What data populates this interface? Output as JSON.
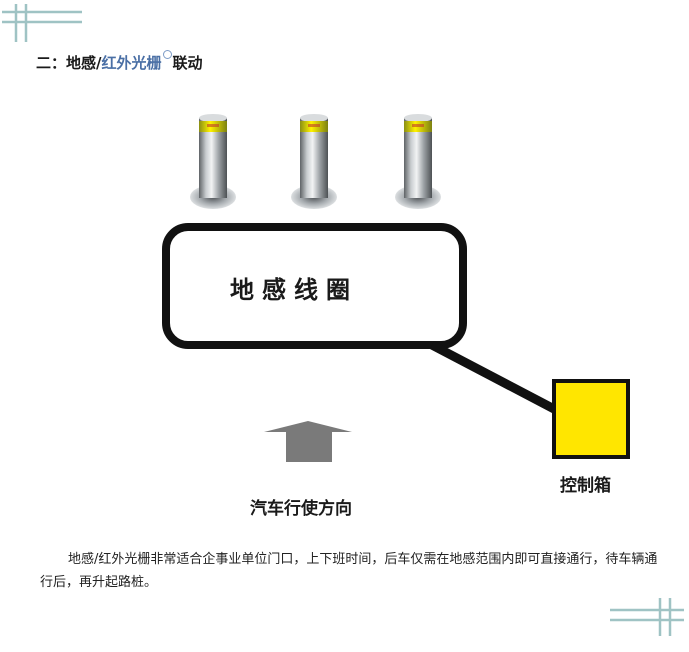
{
  "heading": {
    "prefix": "二：地感/",
    "link": "红外光栅",
    "suffix": "联动"
  },
  "diagram": {
    "loop_label": "地感线圈",
    "controller_label": "控制箱",
    "direction_label": "汽车行使方向",
    "bollard_count": 3
  },
  "body": {
    "paragraph": "地感/红外光栅非常适合企事业单位门口，上下班时间，后车仅需在地感范围内即可直接通行，待车辆通行后，再升起路桩。"
  },
  "colors": {
    "loop_border": "#111111",
    "controller_fill": "#ffe600",
    "arrow": "#7a7a7a",
    "link": "#4a6fa5",
    "decor": "#9fc3c4"
  }
}
